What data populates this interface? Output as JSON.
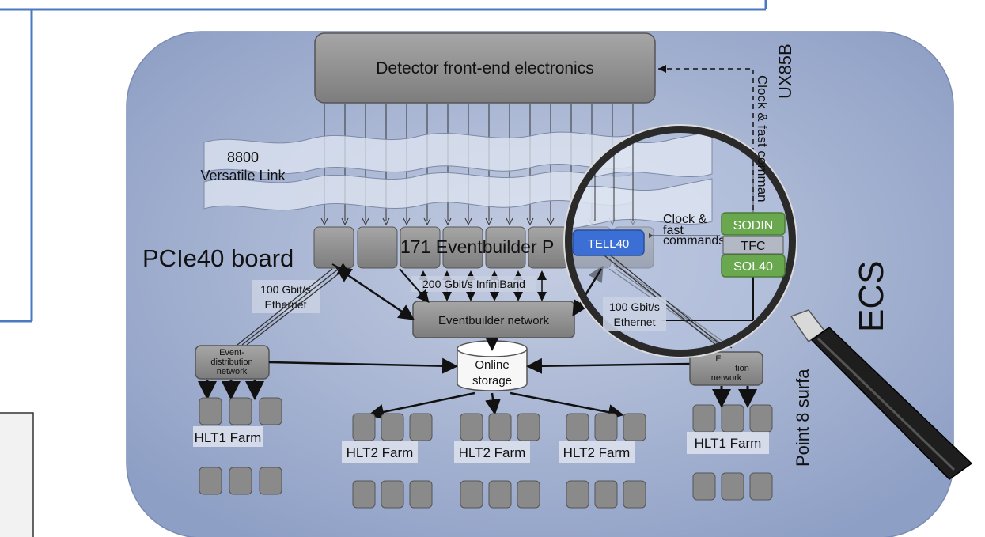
{
  "diagram": {
    "front_end": "Detector front-end electronics",
    "versatile_link_count": "8800",
    "versatile_link_label": "Versatile Link",
    "eventbuilder_pcs": "171 Eventbuilder P",
    "pcie40_board": "PCIe40 board",
    "tell40": "TELL40",
    "infiniband": "200 Gbit/s InfiniBand",
    "eth_left_1": "100 Gbit/s",
    "eth_left_2": "Ethernet",
    "eth_right_1": "100 Gbit/s",
    "eth_right_2": "Ethernet",
    "eb_network": "Eventbuilder network",
    "event_distribution_1": "Event-",
    "event_distribution_2": "distribution",
    "event_distribution_3": "network",
    "event_distribution_right_1": "E",
    "event_distribution_right_2": "tion",
    "event_distribution_right_3": "network",
    "online_storage_1": "Online",
    "online_storage_2": "storage",
    "hlt1_left": "HLT1 Farm",
    "hlt1_right": "HLT1 Farm",
    "hlt2_a": "HLT2 Farm",
    "hlt2_b": "HLT2 Farm",
    "hlt2_c": "HLT2 Farm",
    "clock_fast_1": "Clock &",
    "clock_fast_2": "fast",
    "clock_fast_3": "commands",
    "sodin": "SODIN",
    "tfc": "TFC",
    "sol40": "SOL40",
    "clock_vertical": "Clock & fast comman",
    "ux85b": "UX85B",
    "ecs": "ECS",
    "point8": "Point 8 surfa"
  },
  "colors": {
    "panel_blue": "#a8b7d6",
    "box_gray": "#8e8e8e",
    "tell40_blue": "#3b6fd6",
    "tfc_green": "#6aa84f",
    "frame_blue": "#4a79c1"
  }
}
